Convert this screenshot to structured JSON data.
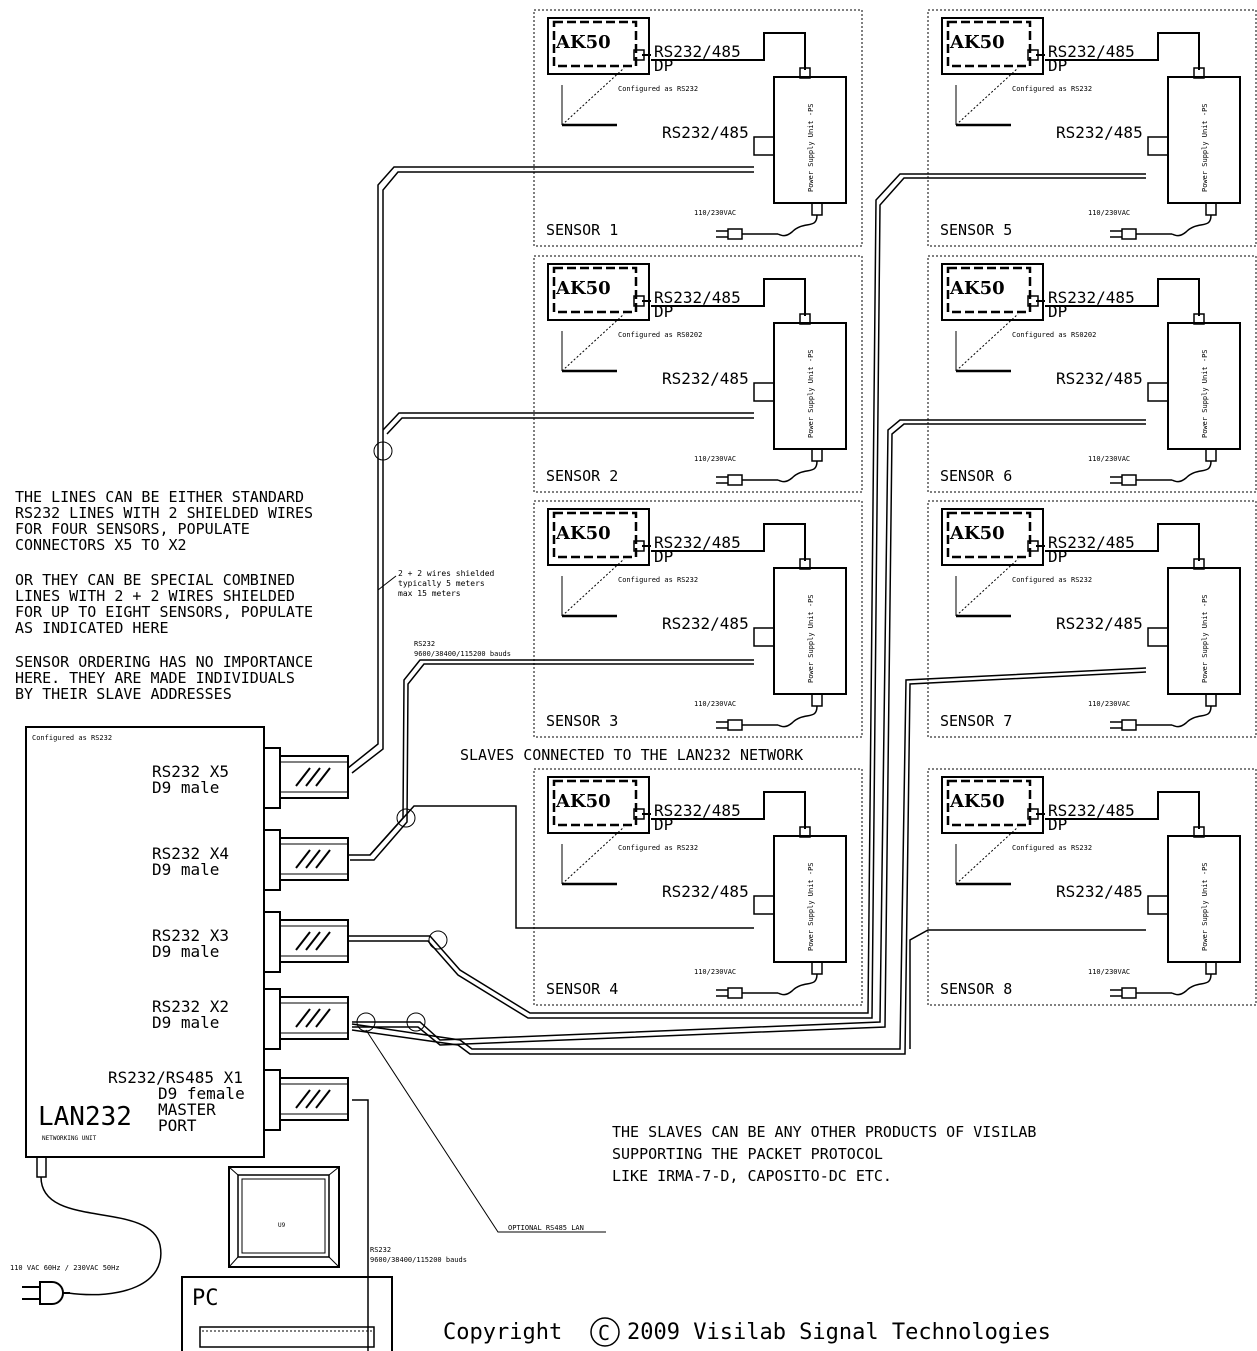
{
  "sensor": {
    "device_label": "AK50",
    "port_label": "RS232/485",
    "dp_label": "DP",
    "psu_label": "Power Supply Unit -PS",
    "mains_label": "110/230VAC",
    "configured_rs232": "Configured as RS232",
    "configured_rs232_blurred": "Configured as RS0202"
  },
  "sensors": [
    {
      "label": "SENSOR 1"
    },
    {
      "label": "SENSOR 2"
    },
    {
      "label": "SENSOR 3"
    },
    {
      "label": "SENSOR 4"
    },
    {
      "label": "SENSOR 5"
    },
    {
      "label": "SENSOR 6"
    },
    {
      "label": "SENSOR 7"
    },
    {
      "label": "SENSOR 8"
    }
  ],
  "notes": {
    "lines_explained": [
      "THE LINES CAN BE EITHER STANDARD",
      "RS232 LINES WITH 2 SHIELDED WIRES",
      "FOR FOUR SENSORS, POPULATE",
      "CONNECTORS X5 TO X2",
      "",
      "OR THEY CAN BE SPECIAL COMBINED",
      "LINES WITH 2 + 2 WIRES SHIELDED",
      "FOR UP TO EIGHT SENSORS, POPULATE",
      "AS INDICATED HERE",
      "",
      "SENSOR ORDERING HAS NO IMPORTANCE",
      "HERE. THEY ARE MADE INDIVIDUALS",
      "BY THEIR SLAVE ADDRESSES"
    ],
    "wires_shielded": [
      "2 + 2 wires shielded",
      "typically 5 meters",
      "max 15 meters"
    ],
    "rs232_bauds_top": [
      "RS232",
      "9600/38400/115200 bauds"
    ],
    "slaves_connected": "SLAVES CONNECTED TO THE LAN232 NETWORK",
    "slaves_products": [
      "THE SLAVES CAN BE ANY OTHER PRODUCTS OF VISILAB",
      "SUPPORTING THE PACKET PROTOCOL",
      "LIKE IRMA-7-D, CAPOSITO-DC ETC."
    ],
    "optional_rs485": "OPTIONAL RS485 LAN",
    "rs232_bauds_pc": [
      "RS232",
      "9600/38400/115200 bauds"
    ],
    "mains_supply": "110 VAC 60Hz / 230VAC 50Hz",
    "copyright_prefix": "Copyright",
    "copyright_symbol": "C",
    "copyright_suffix": "2009 Visilab Signal Technologies"
  },
  "lan232": {
    "configured": "Configured as RS232",
    "title": "LAN232",
    "subtitle": "NETWORKING UNIT",
    "ports": [
      {
        "line1": "RS232 X5",
        "line2": "D9 male"
      },
      {
        "line1": "RS232 X4",
        "line2": "D9 male"
      },
      {
        "line1": "RS232 X3",
        "line2": "D9 male"
      },
      {
        "line1": "RS232 X2",
        "line2": "D9 male"
      }
    ],
    "master": [
      "RS232/RS485 X1",
      "D9 female",
      "MASTER",
      "PORT"
    ]
  },
  "pc": {
    "label": "PC",
    "monitor_label": "U9"
  }
}
